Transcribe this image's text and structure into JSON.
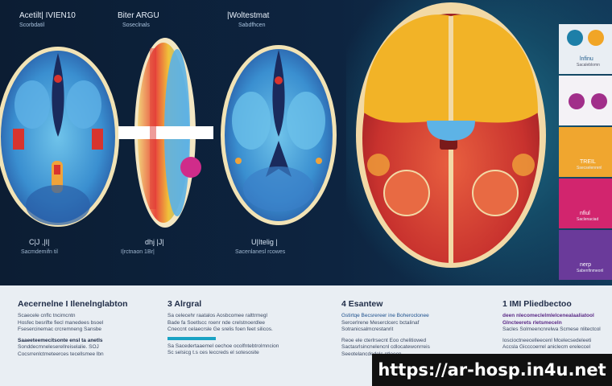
{
  "header": {
    "panel1_title": "Acetilt| IVIEN10",
    "panel1_sub": "Scorbdatil",
    "panel2_title": "Biter ARGU",
    "panel2_sub": "Soseclnals",
    "panel3_title": "|Woltestmat",
    "panel3_sub": "Sabdfhcen"
  },
  "scan_labels": {
    "label1": "C|J ,|I|",
    "label1_sub": "Sacmdemifn til",
    "label2": "dhj |J|",
    "label2_sub": "I|rctnaon 1Br|",
    "label3": "U|Itelig |",
    "label3_sub": "Sacenlanesl rcowes"
  },
  "right_tiles": [
    {
      "label": "lnfinu",
      "sub": "Sacaleblomn",
      "color": "#e9eef3",
      "icon_a": "#1d7fa8",
      "icon_b": "#f1a526"
    },
    {
      "label": "",
      "sub": "",
      "color": "#f4f2f6",
      "icon_a": "#a12f8a",
      "icon_b": "#a12f8a"
    },
    {
      "label": "TREIL",
      "sub": "Ssecselenrenl",
      "color": "#f0a62f",
      "icon_a": "",
      "icon_b": ""
    },
    {
      "label": "nfiul",
      "sub": "Saclenaciad",
      "color": "#d2256e",
      "icon_a": "",
      "icon_b": ""
    },
    {
      "label": "nerp",
      "sub": "Sabenfinmeoril",
      "color": "#6a3a9a",
      "icon_a": "",
      "icon_b": ""
    }
  ],
  "columns": [
    {
      "title": "Aecernelne I Ilenelnglabton",
      "lines": [
        {
          "text": "Scaecele cnflc tncimcntn",
          "style": ""
        },
        {
          "text": "Hosfec besrifte fiecl manedees bsoel",
          "style": ""
        },
        {
          "text": "Fsesercinemac crcremneng Sansbe",
          "style": ""
        },
        {
          "text": "",
          "style": "gap"
        },
        {
          "text": "Saaeeteemecitsonte ensl ta anetls",
          "style": "bold"
        },
        {
          "text": "Sonddecmneleserellreiselalie. SOJ",
          "style": ""
        },
        {
          "text": "Cocsrrenlctmeteerces tecellsmee lbn",
          "style": ""
        }
      ]
    },
    {
      "title": "3 Alrgral",
      "lines": [
        {
          "text": "Sa celecehr raatalos Aosbcomee ralttrmegl",
          "style": ""
        },
        {
          "text": "Bade fa Soetlscc roenr nde crelstnoerdlee",
          "style": ""
        },
        {
          "text": "Cneccnt celaecrsle Ge srelis foen feet silicos.",
          "style": ""
        },
        {
          "text": "",
          "style": "bar"
        },
        {
          "text": "Sa Sacedertaaemel oechoe ocolfntebtrolmncion",
          "style": ""
        },
        {
          "text": "Sc selsicg t.s ces leccreds el sotesosite",
          "style": ""
        }
      ]
    },
    {
      "title": "4 Esantew",
      "lines": [
        {
          "text": "Gstirtqe Becsrereer ine Boheroclonee",
          "style": "accent"
        },
        {
          "text": "Sercerlrene Meserclcerc bctalinaf",
          "style": ""
        },
        {
          "text": "Sotranicsalmcrestanrit",
          "style": ""
        },
        {
          "text": "",
          "style": "gap"
        },
        {
          "text": "Reoe ele cterlrsecnt Eoo chelitiowed",
          "style": ""
        },
        {
          "text": "Sactasrlsincnelencnl cdlocatewonrreis",
          "style": ""
        },
        {
          "text": "Seeotelancdedelc ntleecn.",
          "style": ""
        }
      ]
    },
    {
      "title": "1 IMI Pliedbectoo",
      "lines": [
        {
          "text": "deen nlecomeclelmlelcenealaaliatool",
          "style": "purple"
        },
        {
          "text": "Glncteerets rletsmeceln",
          "style": "purple"
        },
        {
          "text": "Sacles Solmeencnrelwa Scmese nlitectcol",
          "style": ""
        },
        {
          "text": "",
          "style": "gap"
        },
        {
          "text": "Ioscioctneecelleecenl Mcelecsedeleeti",
          "style": ""
        },
        {
          "text": "Accsla Gicccoerrel aniclecm ereleccel",
          "style": ""
        }
      ]
    }
  ],
  "watermark": "https://ar-hosp.in4u.net"
}
